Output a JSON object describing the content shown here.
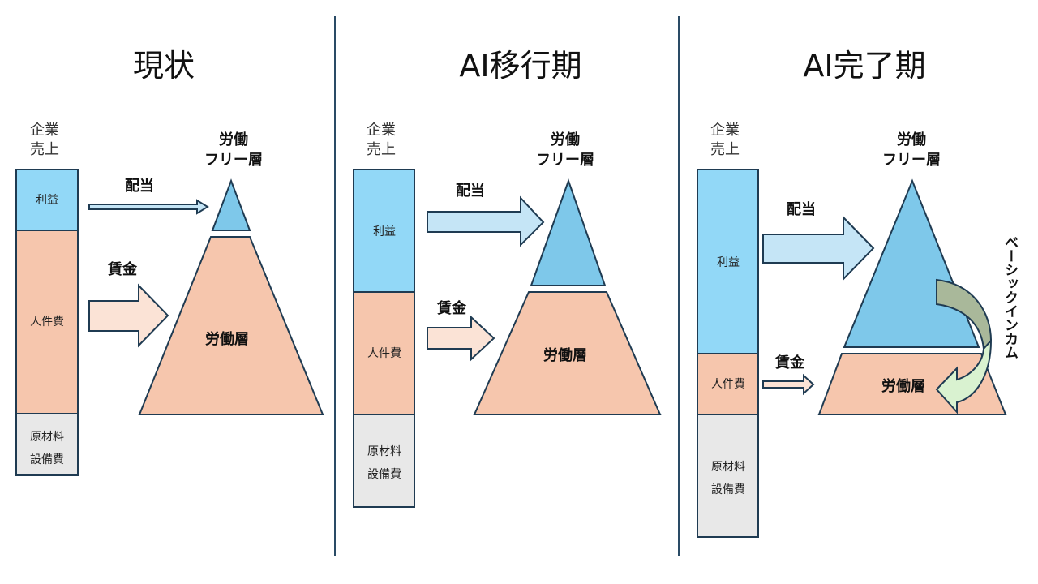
{
  "colors": {
    "profit": "#92d8f7",
    "labor": "#f6c6ad",
    "materials": "#e8e8e8",
    "free_layer": "#7ec8ea",
    "arrow_blue": "#c5e5f6",
    "arrow_peach": "#fbe3d6",
    "divider": "#2a4b66",
    "bi_arrow_top": "#a9b89a",
    "bi_arrow_bottom": "#d9f2d0"
  },
  "panels": [
    {
      "title": "現状",
      "revenue_label": [
        "企業",
        "売上"
      ],
      "bar_segments": [
        {
          "label": [
            "利益"
          ],
          "share": 0.2
        },
        {
          "label": [
            "人件費"
          ],
          "share": 0.6
        },
        {
          "label": [
            "原材料",
            "設備費"
          ],
          "share": 0.2
        }
      ],
      "free_layer_label": [
        "労働",
        "フリー層"
      ],
      "labor_layer_label": "労働層",
      "dividend_label": "配当",
      "wage_label": "賃金"
    },
    {
      "title": "AI移行期",
      "revenue_label": [
        "企業",
        "売上"
      ],
      "bar_segments": [
        {
          "label": [
            "利益"
          ],
          "share": 0.36
        },
        {
          "label": [
            "人件費"
          ],
          "share": 0.36
        },
        {
          "label": [
            "原材料",
            "設備費"
          ],
          "share": 0.28
        }
      ],
      "free_layer_label": [
        "労働",
        "フリー層"
      ],
      "labor_layer_label": "労働層",
      "dividend_label": "配当",
      "wage_label": "賃金"
    },
    {
      "title": "AI完了期",
      "revenue_label": [
        "企業",
        "売上"
      ],
      "bar_segments": [
        {
          "label": [
            "利益"
          ],
          "share": 0.5
        },
        {
          "label": [
            "人件費"
          ],
          "share": 0.16
        },
        {
          "label": [
            "原材料",
            "設備費"
          ],
          "share": 0.34
        }
      ],
      "free_layer_label": [
        "労働",
        "フリー層"
      ],
      "labor_layer_label": "労働層",
      "dividend_label": "配当",
      "wage_label": "賃金",
      "basic_income_label": "ベーシックインカム"
    }
  ]
}
